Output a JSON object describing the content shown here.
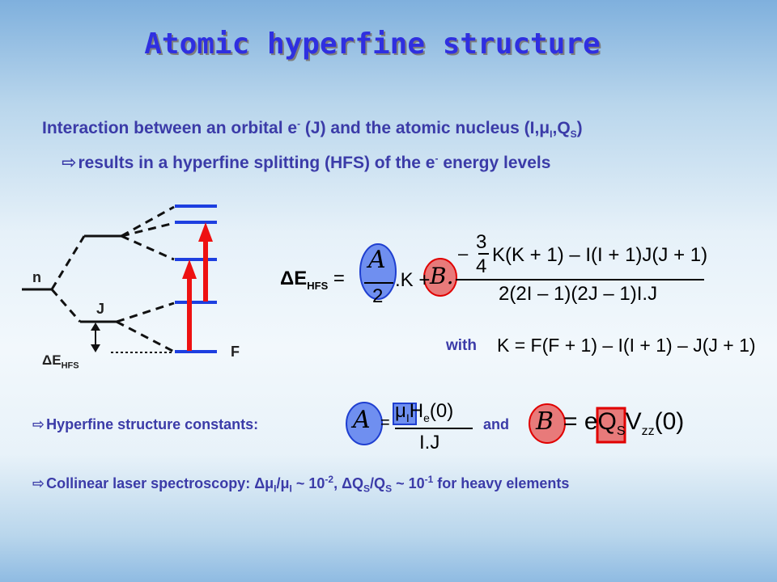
{
  "title": "Atomic hyperfine structure",
  "line1": {
    "part1": "Interaction between an orbital e",
    "sup1": "-",
    "part2": " (J) and the atomic nucleus (I,",
    "mu": "μ",
    "sub_mu": "I",
    "part3": ",Q",
    "sub_q": "S",
    "part4": ")"
  },
  "line2": {
    "arrow": "⇨",
    "part1": "results in a hyperfine splitting (HFS) of the e",
    "sup1": "-",
    "part2": " energy levels"
  },
  "diagram": {
    "label_n": "n",
    "label_j": "J",
    "label_f": "F",
    "label_delta": "ΔE",
    "label_delta_sub": "HFS"
  },
  "formula": {
    "lhs": "ΔE",
    "lhs_sub": "HFS",
    "A": "A",
    "two": "2",
    "K": ".K",
    "B": "B.",
    "three": "3",
    "four": "4",
    "numerator_rest": "K(K + 1) – I(I + 1)J(J + 1)",
    "denominator": "2(2I – 1)(2J – 1)I.J"
  },
  "with_line": {
    "with": "with",
    "expr": "K = F(F + 1) – I(I + 1) – J(J + 1)"
  },
  "constants": {
    "arrow": "⇨",
    "label": "Hyperfine structure constants:",
    "A": "A",
    "numerator_mu": "μ",
    "numerator_mu_sub": "I",
    "numerator_rest": "H",
    "numerator_rest_sub": "e",
    "numerator_tail": "(0)",
    "denominator": "I.J",
    "and": "and",
    "B": "B",
    "rhs_e": "= e",
    "rhs_q": "Q",
    "rhs_q_sub": "S",
    "rhs_v": "V",
    "rhs_v_sub": "zz",
    "rhs_tail": "(0)"
  },
  "collinear": {
    "arrow": "⇨",
    "part1": "Collinear laser spectroscopy:  ",
    "dmu": "Δμ",
    "dmu_sub": "I",
    "slash": "/μ",
    "slash_sub": "I",
    "tilde1": " ~ 10",
    "exp1": "-2",
    "comma": ",  ΔQ",
    "q_sub": "S",
    "slashq": "/Q",
    "slashq_sub": "S",
    "tilde2": " ~ 10",
    "exp2": "-1",
    "tail": " for heavy elements"
  },
  "colors": {
    "title": "#2f2fe0",
    "text": "#3b3ba8",
    "level_blue": "#1d3fe0",
    "transition_red": "#ee1111",
    "circle_blue": "#6f8ff0",
    "circle_red": "#e87a7a",
    "box_blue": "#3f70f0",
    "box_red": "#e80000"
  }
}
